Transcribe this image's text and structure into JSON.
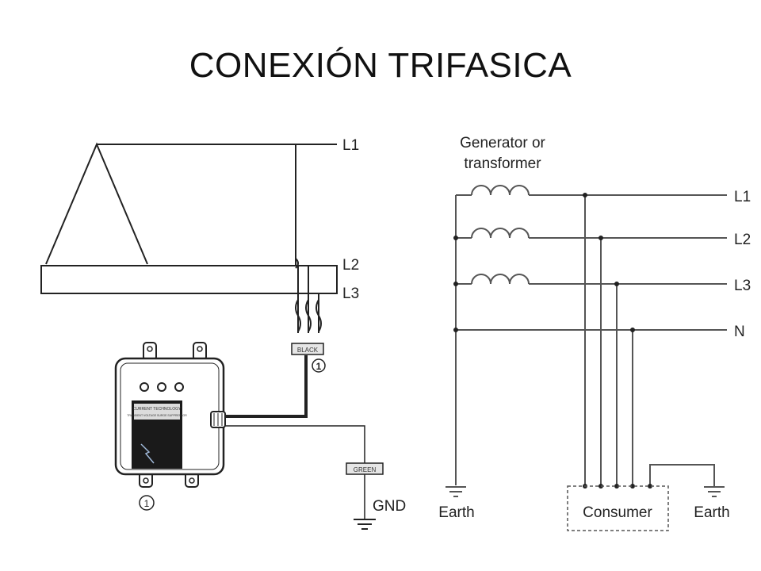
{
  "title": "CONEXIÓN TRIFASICA",
  "left_diagram": {
    "line_labels": [
      "L1",
      "L2",
      "L3"
    ],
    "wire_tag": "BLACK",
    "ground_tag": "GREEN",
    "ground_label": "GND",
    "callout_number": "1",
    "device_callout_number": "1",
    "device_brand": "CURRENT TECHNOLOGY",
    "device_text": "TRANSIENT VOLTAGE SURGE SUPPRESSOR"
  },
  "right_diagram": {
    "source_label_line1": "Generator or",
    "source_label_line2": "transformer",
    "line_labels": [
      "L1",
      "L2",
      "L3",
      "N"
    ],
    "load_label": "Consumer",
    "earth_left": "Earth",
    "earth_right": "Earth"
  },
  "colors": {
    "line": "#222222",
    "tag_fill": "#e6e6e6",
    "device_panel": "#1a1a1a"
  }
}
